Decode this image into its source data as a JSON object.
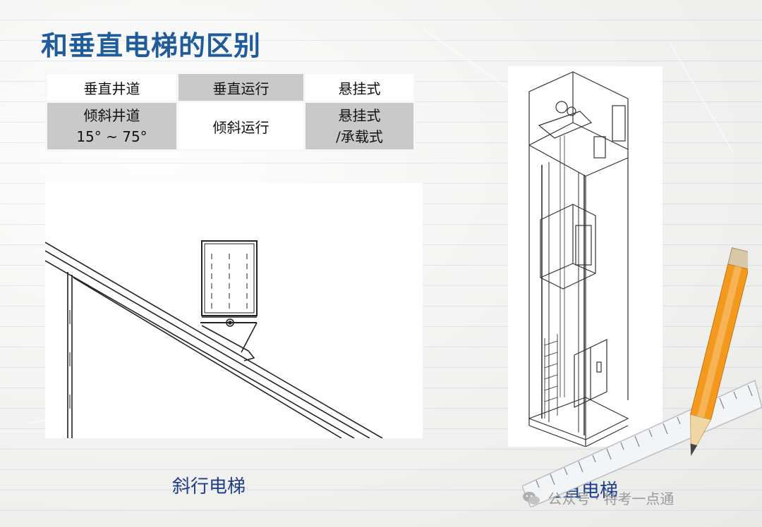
{
  "title": "和垂直电梯的区别",
  "table": {
    "row1": {
      "shaft": "垂直井道",
      "motion": "垂直运行",
      "type": "悬挂式"
    },
    "row2": {
      "shaft_line1": "倾斜井道",
      "shaft_line2": "15° ~ 75°",
      "motion": "倾斜运行",
      "type_line1": "悬挂式",
      "type_line2": "/承载式"
    }
  },
  "captions": {
    "incline": "斜行电梯",
    "vertical": "垂直电梯"
  },
  "watermark": {
    "text": "公众号 · 特考一点通",
    "icon": "wechat-icon"
  },
  "colors": {
    "title": "#1f5c9b",
    "caption": "#1f3e8a",
    "grey_cell": "#c9c9c9",
    "pencil": "#f39a1e"
  }
}
